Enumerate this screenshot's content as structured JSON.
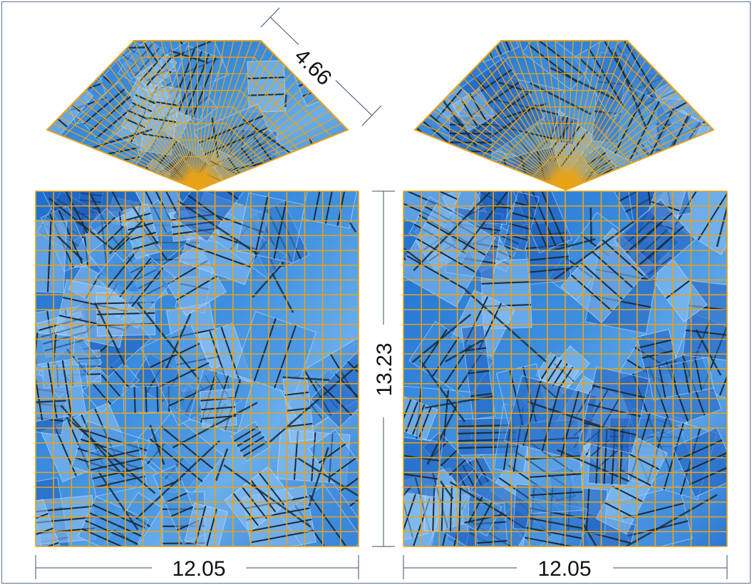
{
  "dimensions": {
    "trapezoid_slant": "4.66",
    "panel_height": "13.23",
    "left_panel_width": "12.05",
    "right_panel_width": "12.05"
  },
  "colors": {
    "grid": "#e8a317",
    "sky": "#2f7fd6",
    "sky_light": "#8fc3f2",
    "mullion": "#1b2a33",
    "dimension_line": "#3a4f6a",
    "frame": "#5a7393"
  }
}
